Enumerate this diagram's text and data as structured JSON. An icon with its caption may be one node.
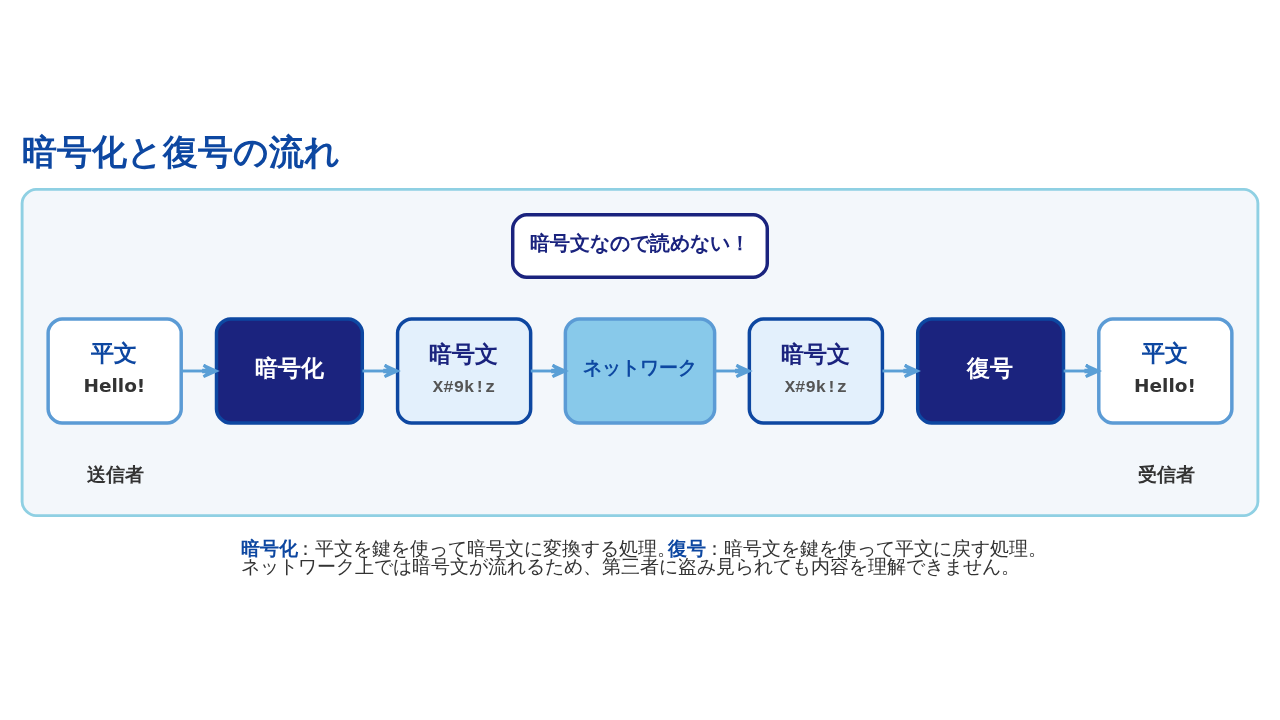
{
  "diagram": {
    "title": "暗号化と復号の流れ",
    "caption": "**暗号化**：平文を鍵を使って暗号文に変換する処理。**復号**：暗号文を鍵を使って平文に戻す処理。ネットワーク上では暗号文が流れるため、第三者に盗み見られても内容を理解できません。",
    "nodes": [
      {
        "text": [],
        "shape": "box"
      },
      {
        "text": [
          "暗号文なので読めない！"
        ],
        "in": 0
      },
      {
        "text": [
          "平文",
          "Hello!"
        ],
        "in": 0,
        "beside": [
          "送信者"
        ]
      },
      {
        "text": [
          "暗号化"
        ],
        "in": 0
      },
      {
        "text": [
          "暗号文",
          "X#9k!z"
        ],
        "in": 0
      },
      {
        "text": [
          "ネットワーク"
        ],
        "in": 0
      },
      {
        "text": [
          "暗号文",
          "X#9k!z"
        ],
        "in": 0
      },
      {
        "text": [
          "復号"
        ],
        "in": 0
      },
      {
        "text": [
          "平文",
          "Hello!"
        ],
        "in": 0,
        "beside": [
          "受信者"
        ]
      }
    ],
    "edges": [
      {
        "from": 2,
        "to": 3,
        "arrow": "to"
      },
      {
        "from": 3,
        "to": 4,
        "arrow": "to"
      },
      {
        "from": 4,
        "to": 5,
        "arrow": "to"
      },
      {
        "from": 5,
        "to": 6,
        "arrow": "to"
      },
      {
        "from": 6,
        "to": 7,
        "arrow": "to"
      },
      {
        "from": 7,
        "to": 8,
        "arrow": "to"
      }
    ]
  }
}
